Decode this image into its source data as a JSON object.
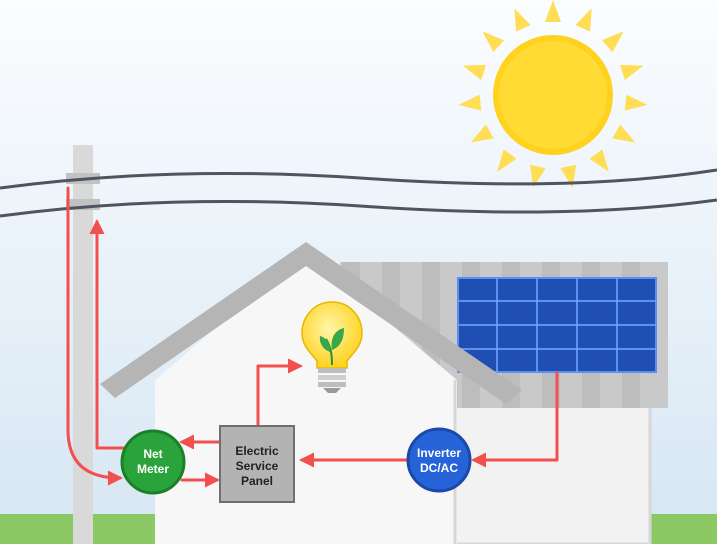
{
  "colors": {
    "sky_top": "#f2f7fb",
    "sky_bottom": "#dbe9f4",
    "grass": "#8cc864",
    "house": "#f7f7f7",
    "roof": "#b5b5b5",
    "pole": "#d9d9d9",
    "wire": "#4d5560",
    "arrow": "#f24f4f",
    "sun": "#ffd21f",
    "sun_rays": "#ffdd55",
    "solar_panel": "#1f4fb3",
    "solar_grid": "#6fa8ff",
    "net_meter": "#2aa43a",
    "inverter": "#2763d8",
    "service_panel": "#b3b3b3"
  },
  "icons": [
    "sun-icon",
    "lightbulb-icon",
    "utility-pole-icon",
    "solar-panel-icon"
  ],
  "nodes": {
    "net_meter": {
      "line1": "Net",
      "line2": "Meter"
    },
    "service_panel": {
      "line1": "Electric",
      "line2": "Service",
      "line3": "Panel"
    },
    "inverter": {
      "line1": "Inverter",
      "line2": "DC/AC"
    }
  }
}
